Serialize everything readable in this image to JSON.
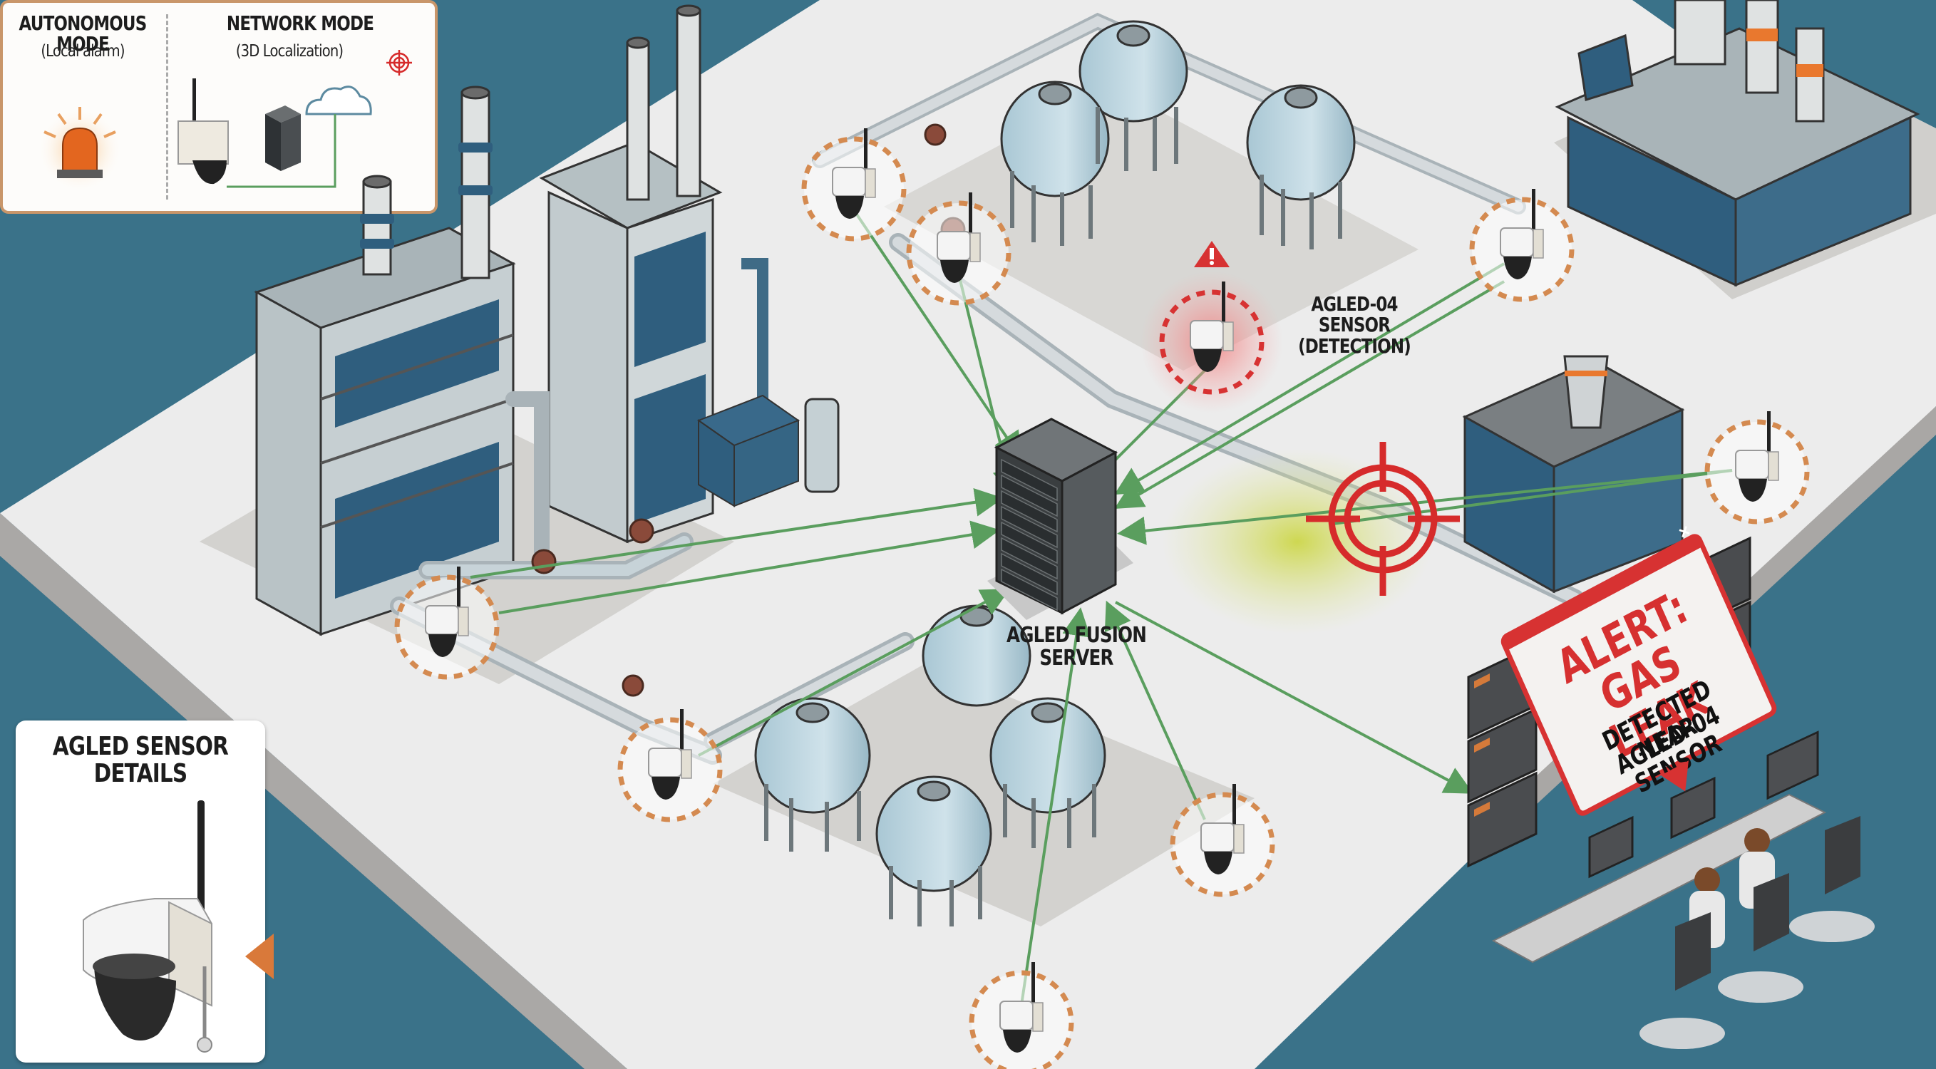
{
  "diagram": {
    "title": "AGLED Gas Leak Detection Network",
    "server": {
      "label_line1": "AGLED FUSION",
      "label_line2": "SERVER",
      "icon": "server-rack-icon"
    },
    "detection_sensor": {
      "label_line1": "AGLED-04 SENSOR",
      "label_line2": "(DETECTION)",
      "status": "alarm",
      "icon": "warning-triangle-icon"
    },
    "leak_target": {
      "icon": "crosshair-target-icon",
      "description": "gas leak localized"
    },
    "sensors": [
      {
        "id": "sensor-1",
        "status": "normal"
      },
      {
        "id": "sensor-2",
        "status": "normal"
      },
      {
        "id": "sensor-3",
        "status": "normal"
      },
      {
        "id": "AGLED-04",
        "status": "alarm"
      },
      {
        "id": "sensor-5",
        "status": "normal"
      },
      {
        "id": "sensor-6",
        "status": "normal"
      },
      {
        "id": "sensor-7",
        "status": "normal"
      },
      {
        "id": "sensor-8",
        "status": "normal"
      },
      {
        "id": "sensor-9",
        "status": "normal"
      },
      {
        "id": "sensor-10",
        "status": "normal"
      }
    ],
    "alert": {
      "line1": "ALERT:",
      "line2": "GAS LEAK",
      "line3": "DETECTED NEAR",
      "line4": "AGLED-04 SENSOR",
      "close_icon": "✕"
    },
    "details_panel": {
      "title_line1": "AGLED SENSOR",
      "title_line2": "DETAILS"
    },
    "modes": {
      "autonomous": {
        "title": "AUTONOMOUS MODE",
        "subtitle": "(Local alarm)",
        "icon": "alarm-beacon-icon"
      },
      "network": {
        "title": "NETWORK MODE",
        "subtitle": "(3D Localization)",
        "icon": "crosshair-target-icon"
      }
    },
    "colors": {
      "background": "#3a7289",
      "platform": "#ececec",
      "link": "#5a9e5e",
      "sensor_ring": "#d48a50",
      "alarm": "#d73232",
      "gas_cloud": "#c8d43a"
    }
  }
}
